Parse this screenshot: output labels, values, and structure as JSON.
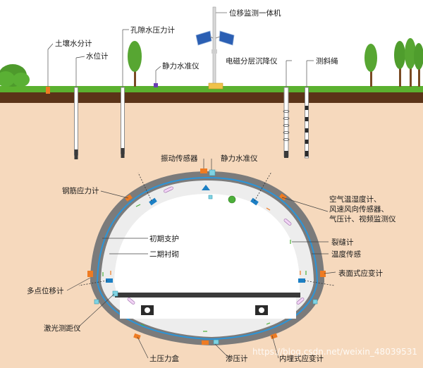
{
  "labels": {
    "soil_moisture": "土壤水分计",
    "water_level": "水位计",
    "pore_pressure": "孔隙水压力计",
    "static_level_surface": "静力水准仪",
    "integrated_monitor": "位移监测一体机",
    "magnetic_settlement": "电磁分层沉降仪",
    "inclinometer": "测斜绳",
    "vibration_sensor": "振动传感器",
    "static_level_tunnel": "静力水准仪",
    "rebar_stress": "钢筋应力计",
    "env_line1": "空气温湿度计、",
    "env_line2": "风速风向传感器、",
    "env_line3": "气压计、视频监测仪",
    "initial_support": "初期支护",
    "secondary_lining": "二期衬砌",
    "crack_meter": "裂缝计",
    "temp_sensing": "温度传感",
    "surface_strain": "表面式应变计",
    "multipoint_disp": "多点位移计",
    "laser_range": "激光测距仪",
    "earth_pressure": "土压力盒",
    "seepage_meter": "渗压计",
    "embedded_strain": "内埋式应变计"
  },
  "watermark": "https://blog.csdn.net/weixin_48039531",
  "colors": {
    "sky": "#ffffff",
    "grass": "#5bb12f",
    "topsoil": "#5b3418",
    "soil": "#f6d9bd",
    "outer_lining": "#7b7b7b",
    "inner_lining": "#ededed",
    "fiber": "#2b95d9",
    "sensor_orange": "#ee7b22",
    "sensor_blue": "#1c7fc4",
    "sensor_cyan": "#7fd3e3",
    "sensor_green": "#4caf3a",
    "tree": "#57a632",
    "trunk": "#7a4a24"
  }
}
